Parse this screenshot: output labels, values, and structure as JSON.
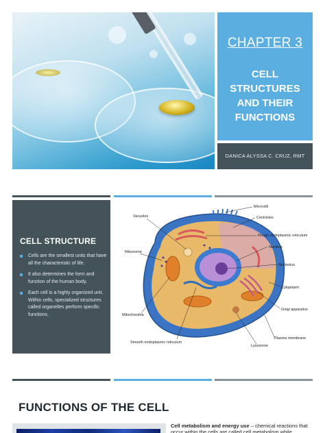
{
  "slide1": {
    "chapter": "CHAPTER 3",
    "title": "CELL STRUCTURES AND THEIR FUNCTIONS",
    "author": "DANICA ALYSSA C. CRUZ, RMT"
  },
  "slide2": {
    "heading": "CELL STRUCTURE",
    "bullets": [
      "Cells are the smallest units that have all the characteristic of life.",
      "It also determines the form and function of the human body.",
      "Each cell is a highly organized unit. Within cells, specialized structures called organelles perform specific functions."
    ],
    "diagram_labels": {
      "microvilli": "Microvilli",
      "vacuoles": "Vacuoles",
      "centrioles": "Centrioles",
      "rough_er": "Rough endoplasmic reticulum",
      "nucleus": "Nucleus",
      "ribosome": "Ribosome",
      "nucleolus": "Nucleolus",
      "cytoplasm": "Cytoplasm",
      "golgi": "Golgi apparatus",
      "mitochondria": "Mitochondria",
      "plasma_membrane": "Plasma membrane",
      "smooth_er": "Smooth endoplasmic reticulum",
      "lysosome": "Lysosome"
    }
  },
  "slide3": {
    "title": "FUNCTIONS OF THE CELL",
    "term": "Cell metabolism and energy use",
    "definition": " – chemical reactions that occur within the cells are called cell metabolism while"
  },
  "colors": {
    "accent_blue": "#5aaee0",
    "slate": "#44525a",
    "bar_gray": "#8a9399"
  }
}
